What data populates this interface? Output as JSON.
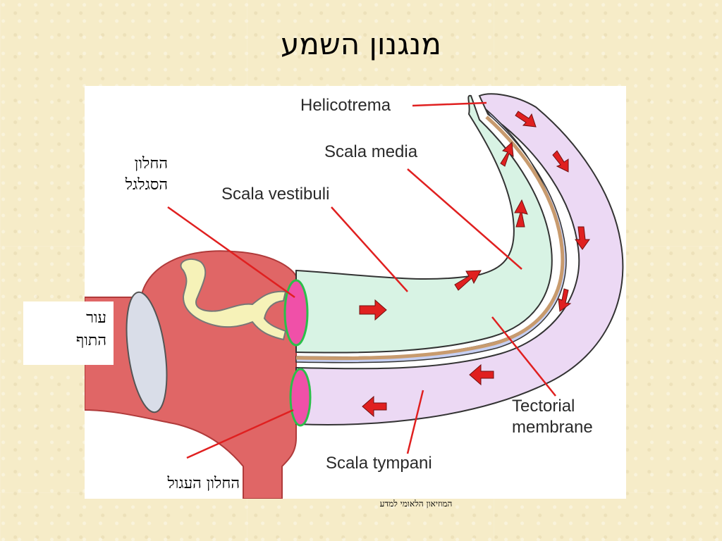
{
  "title": "מנגנון השמע",
  "labels_en": {
    "helicotrema": "Helicotrema",
    "scala_media": "Scala media",
    "scala_vestibuli": "Scala vestibuli",
    "tectorial_line1": "Tectorial",
    "tectorial_line2": "membrane",
    "scala_tympani": "Scala tympani"
  },
  "labels_he": {
    "oval_window_line1": "החלון",
    "oval_window_line2": "הסגלגל",
    "eardrum_line1": "עור",
    "eardrum_line2": "התוף",
    "round_window": "החלון העגול"
  },
  "credit": "המוזיאון הלאומי למדע",
  "colors": {
    "background": "#f6ecc8",
    "middle_ear": "#e06666",
    "scala_vestibuli": "#d8f3e4",
    "scala_tympani": "#ecd9f4",
    "membrane_blue": "#c6cff2",
    "tectorial": "#c89b6e",
    "arrow": "#e02020",
    "leader_line": "#e02020",
    "window": "#f050a8",
    "ossicles": "#f6f2b8"
  }
}
